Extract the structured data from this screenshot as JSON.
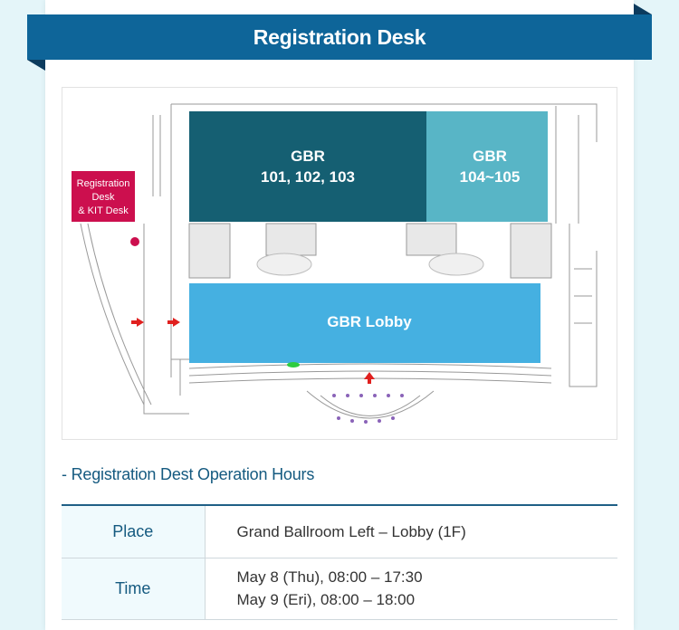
{
  "header": {
    "title": "Registration Desk"
  },
  "map": {
    "rooms": {
      "gbr_101_103": {
        "line1": "GBR",
        "line2": "101, 102, 103"
      },
      "gbr_104_105": {
        "line1": "GBR",
        "line2": "104~105"
      },
      "gbr_lobby": "GBR Lobby"
    },
    "marker": {
      "line1": "Registration",
      "line2": "Desk",
      "line3": "& KIT Desk"
    },
    "colors": {
      "room_dark": "#155f72",
      "room_mid": "#58b5c6",
      "lobby": "#45b0e1",
      "marker": "#cc0f4e"
    }
  },
  "operation": {
    "title": "- Registration Dest Operation Hours",
    "rows": [
      {
        "label": "Place",
        "lines": [
          "Grand Ballroom  Left – Lobby (1F)"
        ]
      },
      {
        "label": "Time",
        "lines": [
          "May 8 (Thu), 08:00 – 17:30",
          "May 9 (Eri), 08:00 – 18:00"
        ]
      }
    ]
  }
}
